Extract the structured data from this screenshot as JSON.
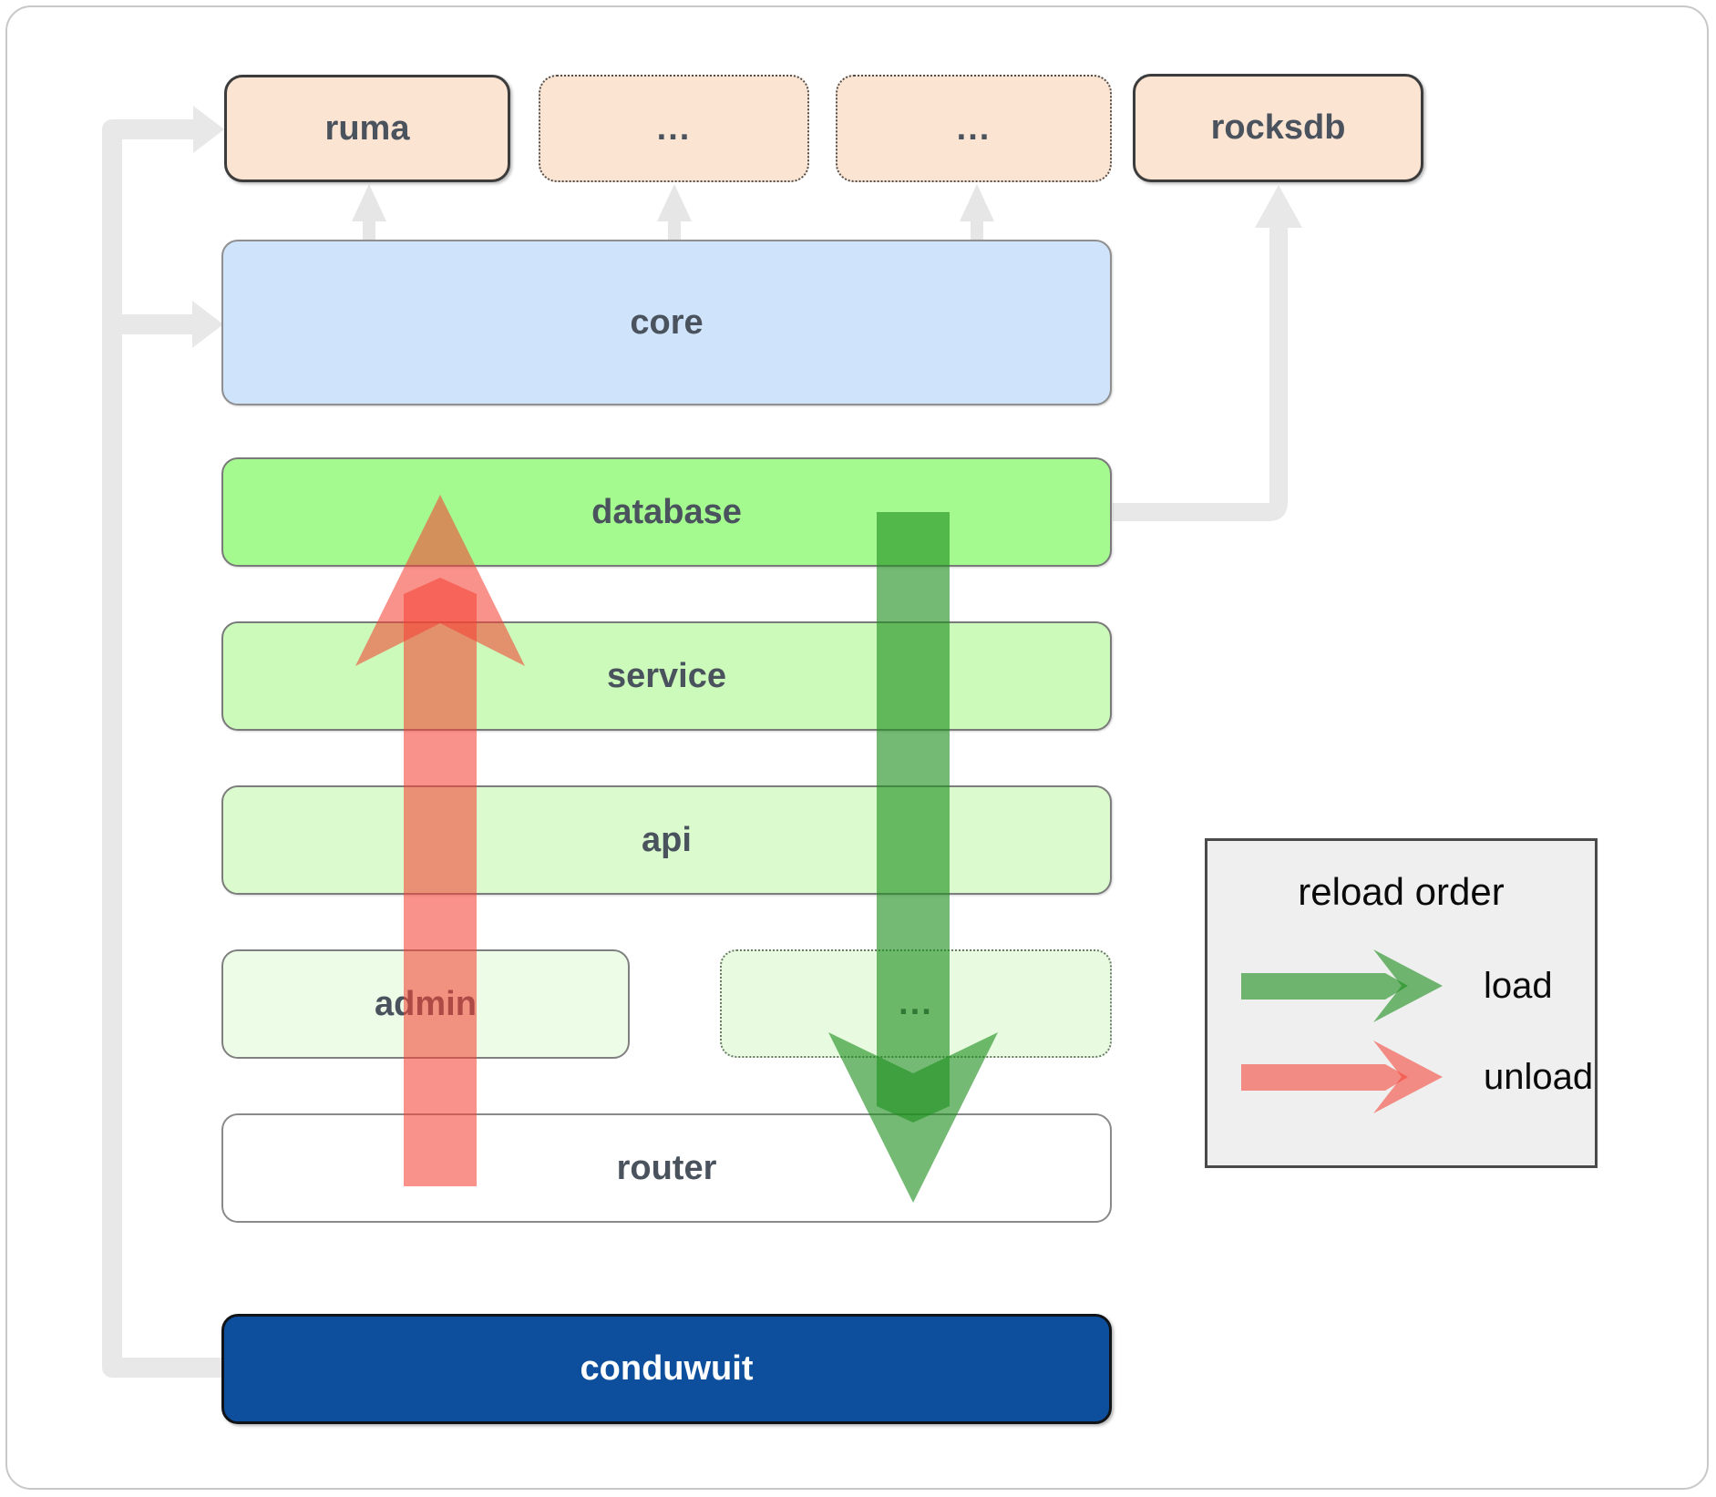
{
  "boxes": {
    "ruma": {
      "label": "ruma"
    },
    "ext_top_1": {
      "label": "..."
    },
    "ext_top_2": {
      "label": "..."
    },
    "rocksdb": {
      "label": "rocksdb"
    },
    "core": {
      "label": "core"
    },
    "database": {
      "label": "database"
    },
    "service": {
      "label": "service"
    },
    "api": {
      "label": "api"
    },
    "admin": {
      "label": "admin"
    },
    "ext_bottom": {
      "label": "..."
    },
    "router": {
      "label": "router"
    },
    "conduwuit": {
      "label": "conduwuit"
    }
  },
  "legend": {
    "title": "reload order",
    "load_label": "load",
    "unload_label": "unload"
  },
  "colors": {
    "load_arrow_green": "#1f8f1f",
    "unload_arrow_red": "#f44336",
    "connector_gray": "#e8e8e8",
    "conduwuit_navy": "#0d4f9c",
    "database_green": "#a4fa8f",
    "core_blue": "#cfe4fa",
    "module_peach": "#fbe4d2"
  }
}
